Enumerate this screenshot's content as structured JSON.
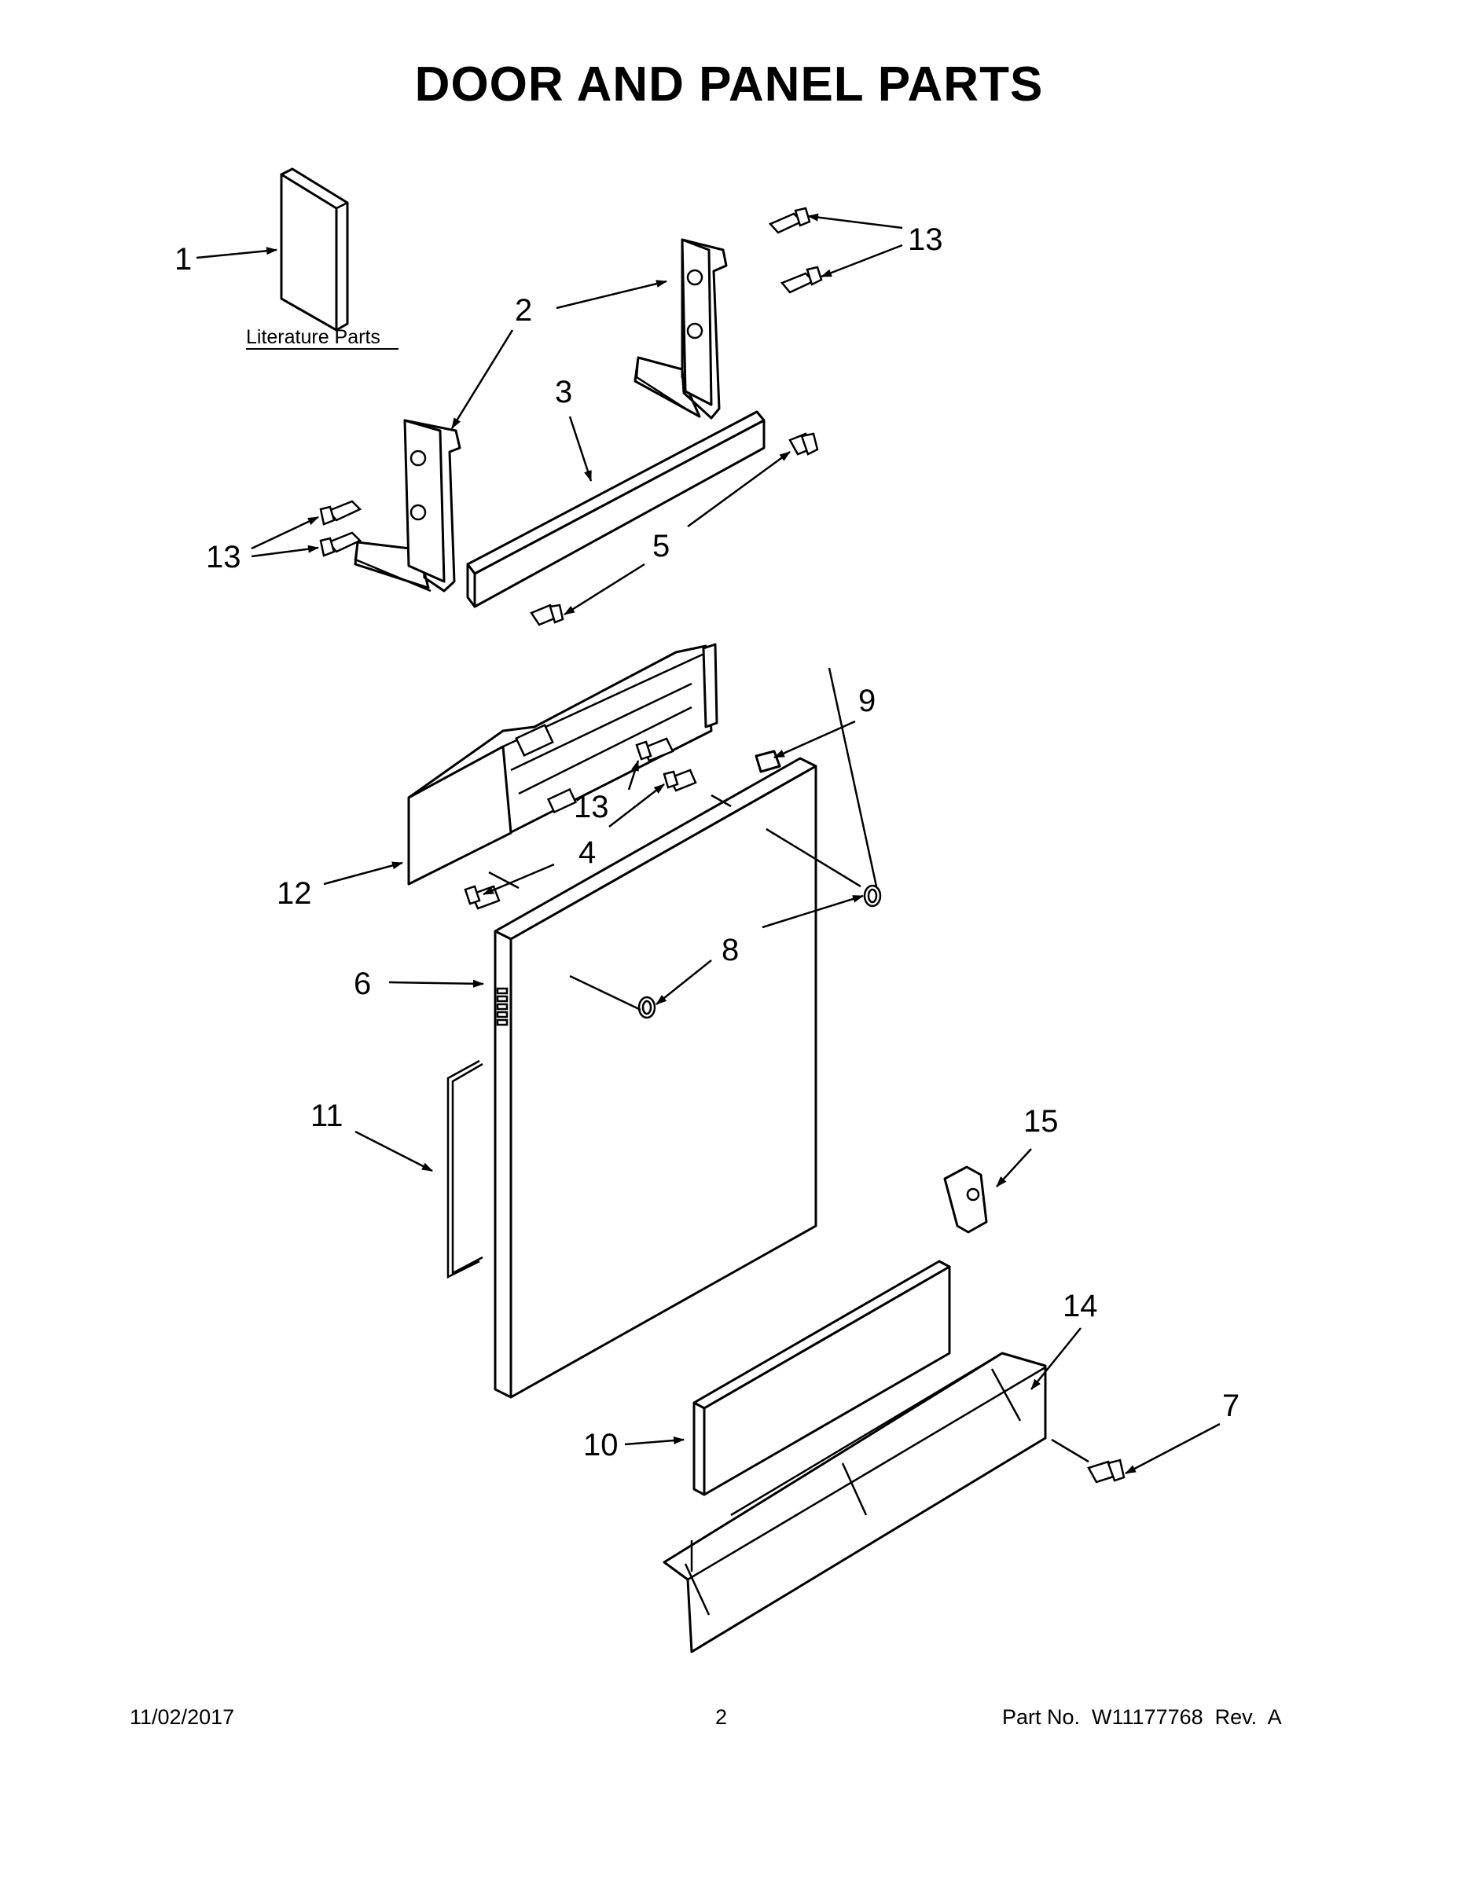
{
  "page": {
    "title": "DOOR AND PANEL PARTS",
    "literature_label": "Literature Parts",
    "callouts": {
      "c1": "1",
      "c2": "2",
      "c3": "3",
      "c4": "4",
      "c5": "5",
      "c6": "6",
      "c7": "7",
      "c8": "8",
      "c9": "9",
      "c10": "10",
      "c11": "11",
      "c12": "12",
      "c13": "13",
      "c14": "14",
      "c15": "15"
    }
  },
  "footer": {
    "date": "11/02/2017",
    "page_number": "2",
    "part_number": "Part No.  W11177768  Rev.  A"
  }
}
